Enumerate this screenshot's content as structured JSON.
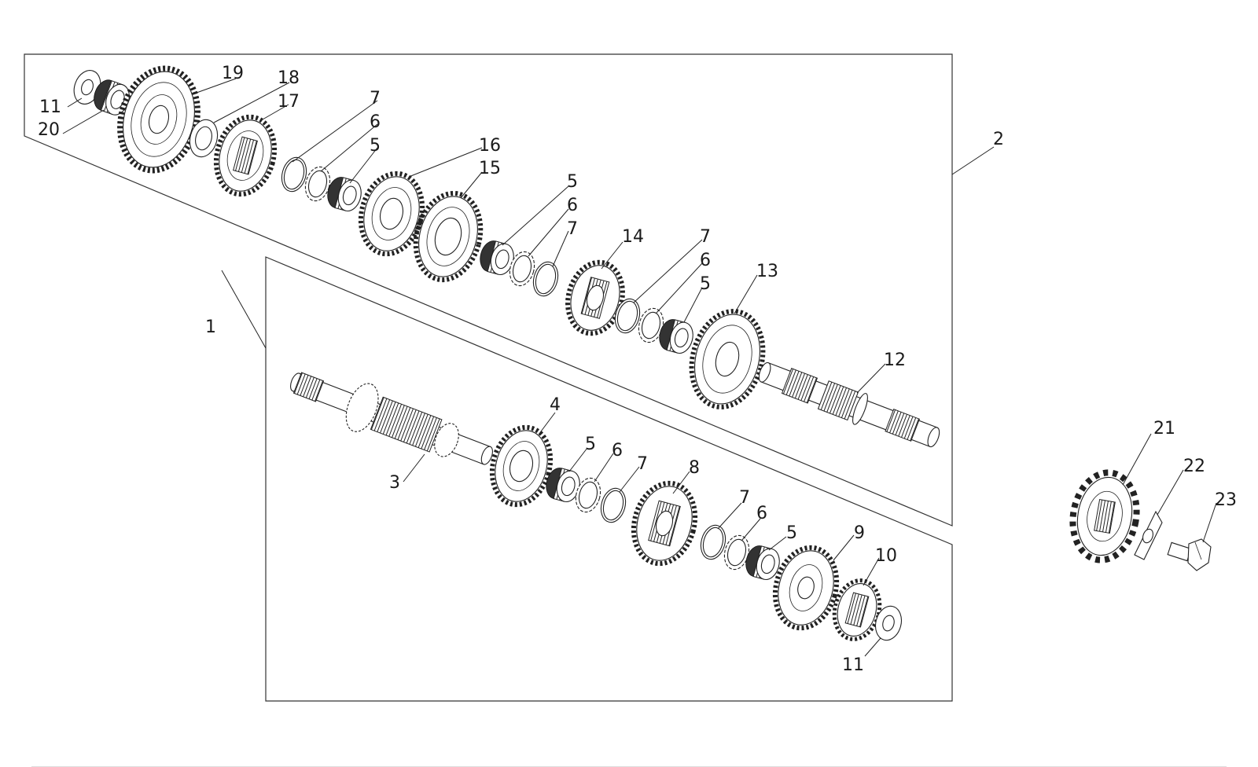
{
  "callouts": [
    {
      "id": "c1",
      "text": "1"
    },
    {
      "id": "c2",
      "text": "2"
    },
    {
      "id": "c3",
      "text": "3"
    },
    {
      "id": "c4",
      "text": "4"
    },
    {
      "id": "c5a",
      "text": "5"
    },
    {
      "id": "c5b",
      "text": "5"
    },
    {
      "id": "c5c",
      "text": "5"
    },
    {
      "id": "c5d",
      "text": "5"
    },
    {
      "id": "c5e",
      "text": "5"
    },
    {
      "id": "c6a",
      "text": "6"
    },
    {
      "id": "c6b",
      "text": "6"
    },
    {
      "id": "c6c",
      "text": "6"
    },
    {
      "id": "c6d",
      "text": "6"
    },
    {
      "id": "c6e",
      "text": "6"
    },
    {
      "id": "c7a",
      "text": "7"
    },
    {
      "id": "c7b",
      "text": "7"
    },
    {
      "id": "c7c",
      "text": "7"
    },
    {
      "id": "c7d",
      "text": "7"
    },
    {
      "id": "c7e",
      "text": "7"
    },
    {
      "id": "c8",
      "text": "8"
    },
    {
      "id": "c9",
      "text": "9"
    },
    {
      "id": "c10",
      "text": "10"
    },
    {
      "id": "c11a",
      "text": "11"
    },
    {
      "id": "c11b",
      "text": "11"
    },
    {
      "id": "c12",
      "text": "12"
    },
    {
      "id": "c13",
      "text": "13"
    },
    {
      "id": "c14",
      "text": "14"
    },
    {
      "id": "c15",
      "text": "15"
    },
    {
      "id": "c16",
      "text": "16"
    },
    {
      "id": "c17",
      "text": "17"
    },
    {
      "id": "c18",
      "text": "18"
    },
    {
      "id": "c19",
      "text": "19"
    },
    {
      "id": "c20",
      "text": "20"
    },
    {
      "id": "c21",
      "text": "21"
    },
    {
      "id": "c22",
      "text": "22"
    },
    {
      "id": "c23",
      "text": "23"
    }
  ]
}
